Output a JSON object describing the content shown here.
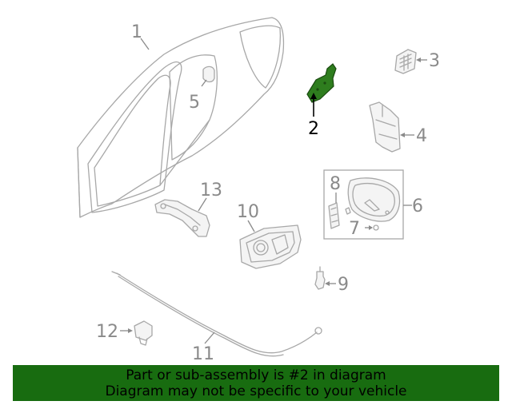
{
  "callouts": {
    "c1": "1",
    "c2": "2",
    "c3": "3",
    "c4": "4",
    "c5": "5",
    "c6": "6",
    "c7": "7",
    "c8": "8",
    "c9": "9",
    "c10": "10",
    "c11": "11",
    "c12": "12",
    "c13": "13"
  },
  "highlighted_part": "2",
  "highlight_color": "#2e7d1e",
  "banner": {
    "line1": "Part or sub-assembly is #2 in diagram",
    "line2": "Diagram may not be specific to your vehicle",
    "background": "#186c10"
  }
}
